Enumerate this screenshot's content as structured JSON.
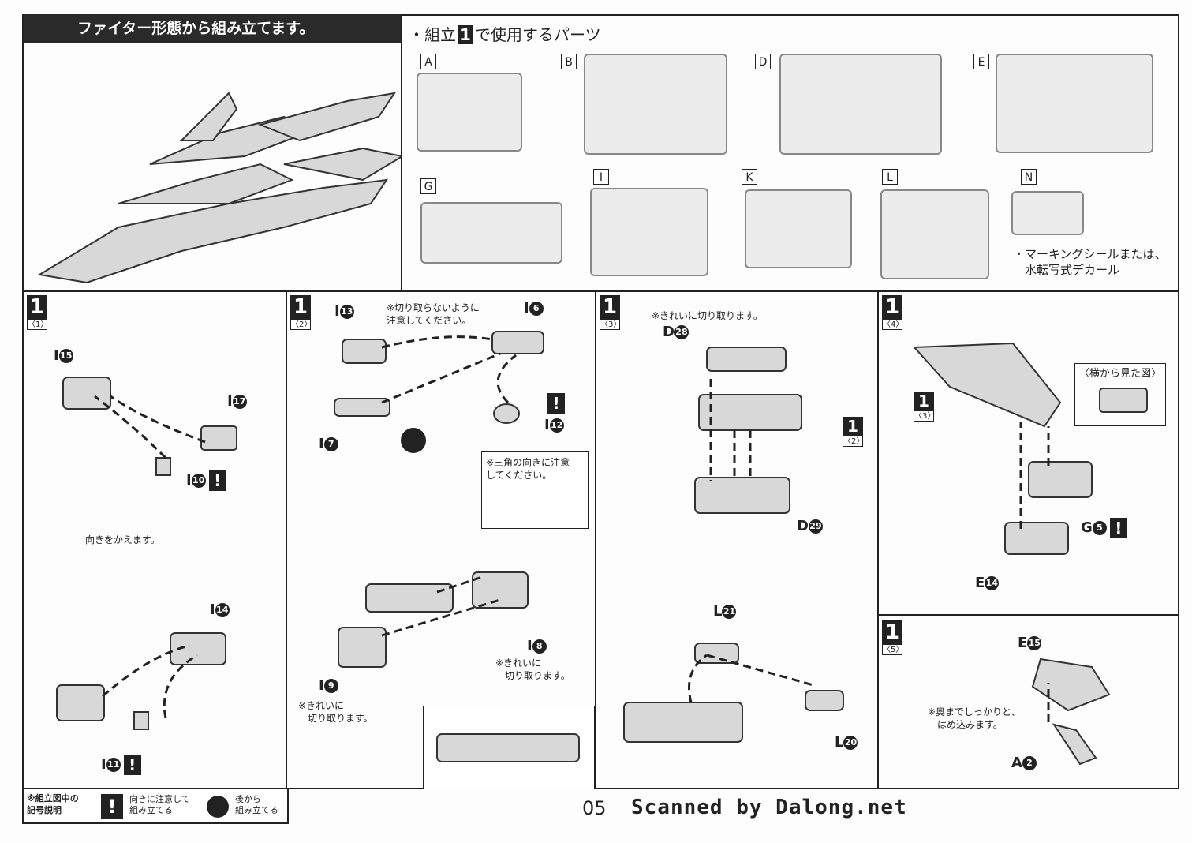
{
  "header": {
    "title": "ファイター形態から組み立てます。"
  },
  "parts_section": {
    "title": "・組立",
    "title_num": "1",
    "title_suffix": "で使用するパーツ",
    "runners": [
      "A",
      "B",
      "D",
      "E",
      "G",
      "I",
      "K",
      "L",
      "N"
    ],
    "note": "・マーキングシールまたは、\n　水転写式デカール"
  },
  "steps": [
    {
      "num": "1",
      "sub": "〈1〉",
      "labels": {
        "i15": "I",
        "i17": "I",
        "i10": "I",
        "i14": "I",
        "i11": "I"
      },
      "nums": {
        "i15": "15",
        "i17": "17",
        "i10": "10",
        "i14": "14",
        "i11": "11"
      },
      "note": "向きをかえます。"
    },
    {
      "num": "1",
      "sub": "〈2〉",
      "labels": {
        "i13": "I",
        "i6": "I",
        "i7": "I",
        "i12": "I",
        "i8": "I",
        "i9": "I"
      },
      "nums": {
        "i13": "13",
        "i6": "6",
        "i7": "7",
        "i12": "12",
        "i8": "8",
        "i9": "9"
      },
      "note_cut": "※切り取らないように\n注意してください。",
      "note_tri": "※三角の向きに注意\nしてください。",
      "note_clean1": "※きれいに\n　切り取ります。",
      "note_clean2": "※きれいに\n　切り取ります。"
    },
    {
      "num": "1",
      "sub": "〈3〉",
      "labels": {
        "d28": "D",
        "d29": "D",
        "l21": "L",
        "l20": "L"
      },
      "nums": {
        "d28": "28",
        "d29": "29",
        "l21": "21",
        "l20": "20"
      },
      "note": "※きれいに切り取ります。",
      "ref_num": "1",
      "ref_sub": "〈2〉"
    },
    {
      "num": "1",
      "sub": "〈4〉",
      "labels": {
        "g5": "G",
        "e14": "E"
      },
      "nums": {
        "g5": "5",
        "e14": "14"
      },
      "side_view": "〈横から見た図〉",
      "ref_num": "1",
      "ref_sub": "〈3〉"
    },
    {
      "num": "1",
      "sub": "〈5〉",
      "labels": {
        "e15": "E",
        "a2": "A"
      },
      "nums": {
        "e15": "15",
        "a2": "2"
      },
      "note": "※奥までしっかりと、\n　はめ込みます。"
    }
  ],
  "footer": {
    "legend_title": "※組立図中の\n記号説明",
    "warn_desc": "向きに注意して\n組み立てる",
    "back_desc": "後から\n組み立てる",
    "page": "05",
    "scan": "Scanned by Dalong.net"
  }
}
